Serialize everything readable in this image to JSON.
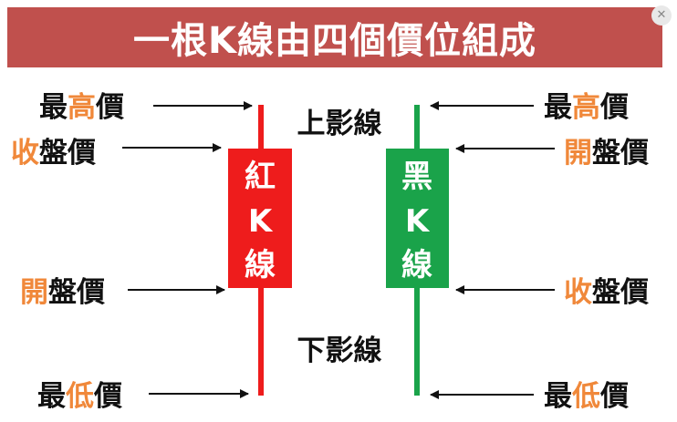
{
  "title": "一根K線由四個價位組成",
  "close_glyph": "✕",
  "colors": {
    "banner": "#c0504d",
    "red": "#ee1c1c",
    "green": "#1aa34a",
    "accent_text": "#f0883a",
    "text": "#111111"
  },
  "red_candle": {
    "body_lines": [
      "紅",
      "K",
      "線"
    ],
    "labels": [
      {
        "key": "high",
        "pre": "最",
        "accent": "高",
        "post": "價"
      },
      {
        "key": "close",
        "pre": "",
        "accent": "收",
        "post": "盤價"
      },
      {
        "key": "open",
        "pre": "",
        "accent": "開",
        "post": "盤價"
      },
      {
        "key": "low",
        "pre": "最",
        "accent": "低",
        "post": "價"
      }
    ]
  },
  "green_candle": {
    "body_lines": [
      "黑",
      "K",
      "線"
    ],
    "labels": [
      {
        "key": "high",
        "pre": "最",
        "accent": "高",
        "post": "價"
      },
      {
        "key": "open",
        "pre": "",
        "accent": "開",
        "post": "盤價"
      },
      {
        "key": "close",
        "pre": "",
        "accent": "收",
        "post": "盤價"
      },
      {
        "key": "low",
        "pre": "最",
        "accent": "低",
        "post": "價"
      }
    ]
  },
  "upper_shadow": "上影線",
  "lower_shadow": "下影線"
}
